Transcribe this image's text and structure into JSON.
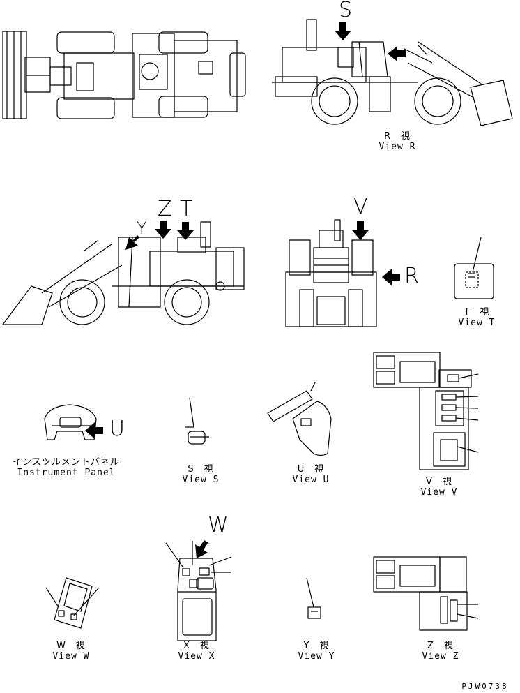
{
  "views": {
    "r": {
      "jp": "R　視",
      "en": "View R"
    },
    "t": {
      "jp": "T　視",
      "en": "View T"
    },
    "s": {
      "jp": "S　視",
      "en": "View S"
    },
    "u": {
      "jp": "U　視",
      "en": "View U"
    },
    "v": {
      "jp": "V　視",
      "en": "View V"
    },
    "w": {
      "jp": "W　視",
      "en": "View W"
    },
    "x": {
      "jp": "X　視",
      "en": "View X"
    },
    "y": {
      "jp": "Y　視",
      "en": "View Y"
    },
    "z": {
      "jp": "Z　視",
      "en": "View Z"
    }
  },
  "instrument_panel": {
    "jp": "インスツルメントパネル",
    "en": "Instrument Panel"
  },
  "arrow_letters": {
    "s": "S",
    "v": "V",
    "r": "R",
    "z": "Z",
    "t": "T",
    "y": "Y",
    "u": "U",
    "w": "W"
  },
  "drawing_number": "PJW0738"
}
